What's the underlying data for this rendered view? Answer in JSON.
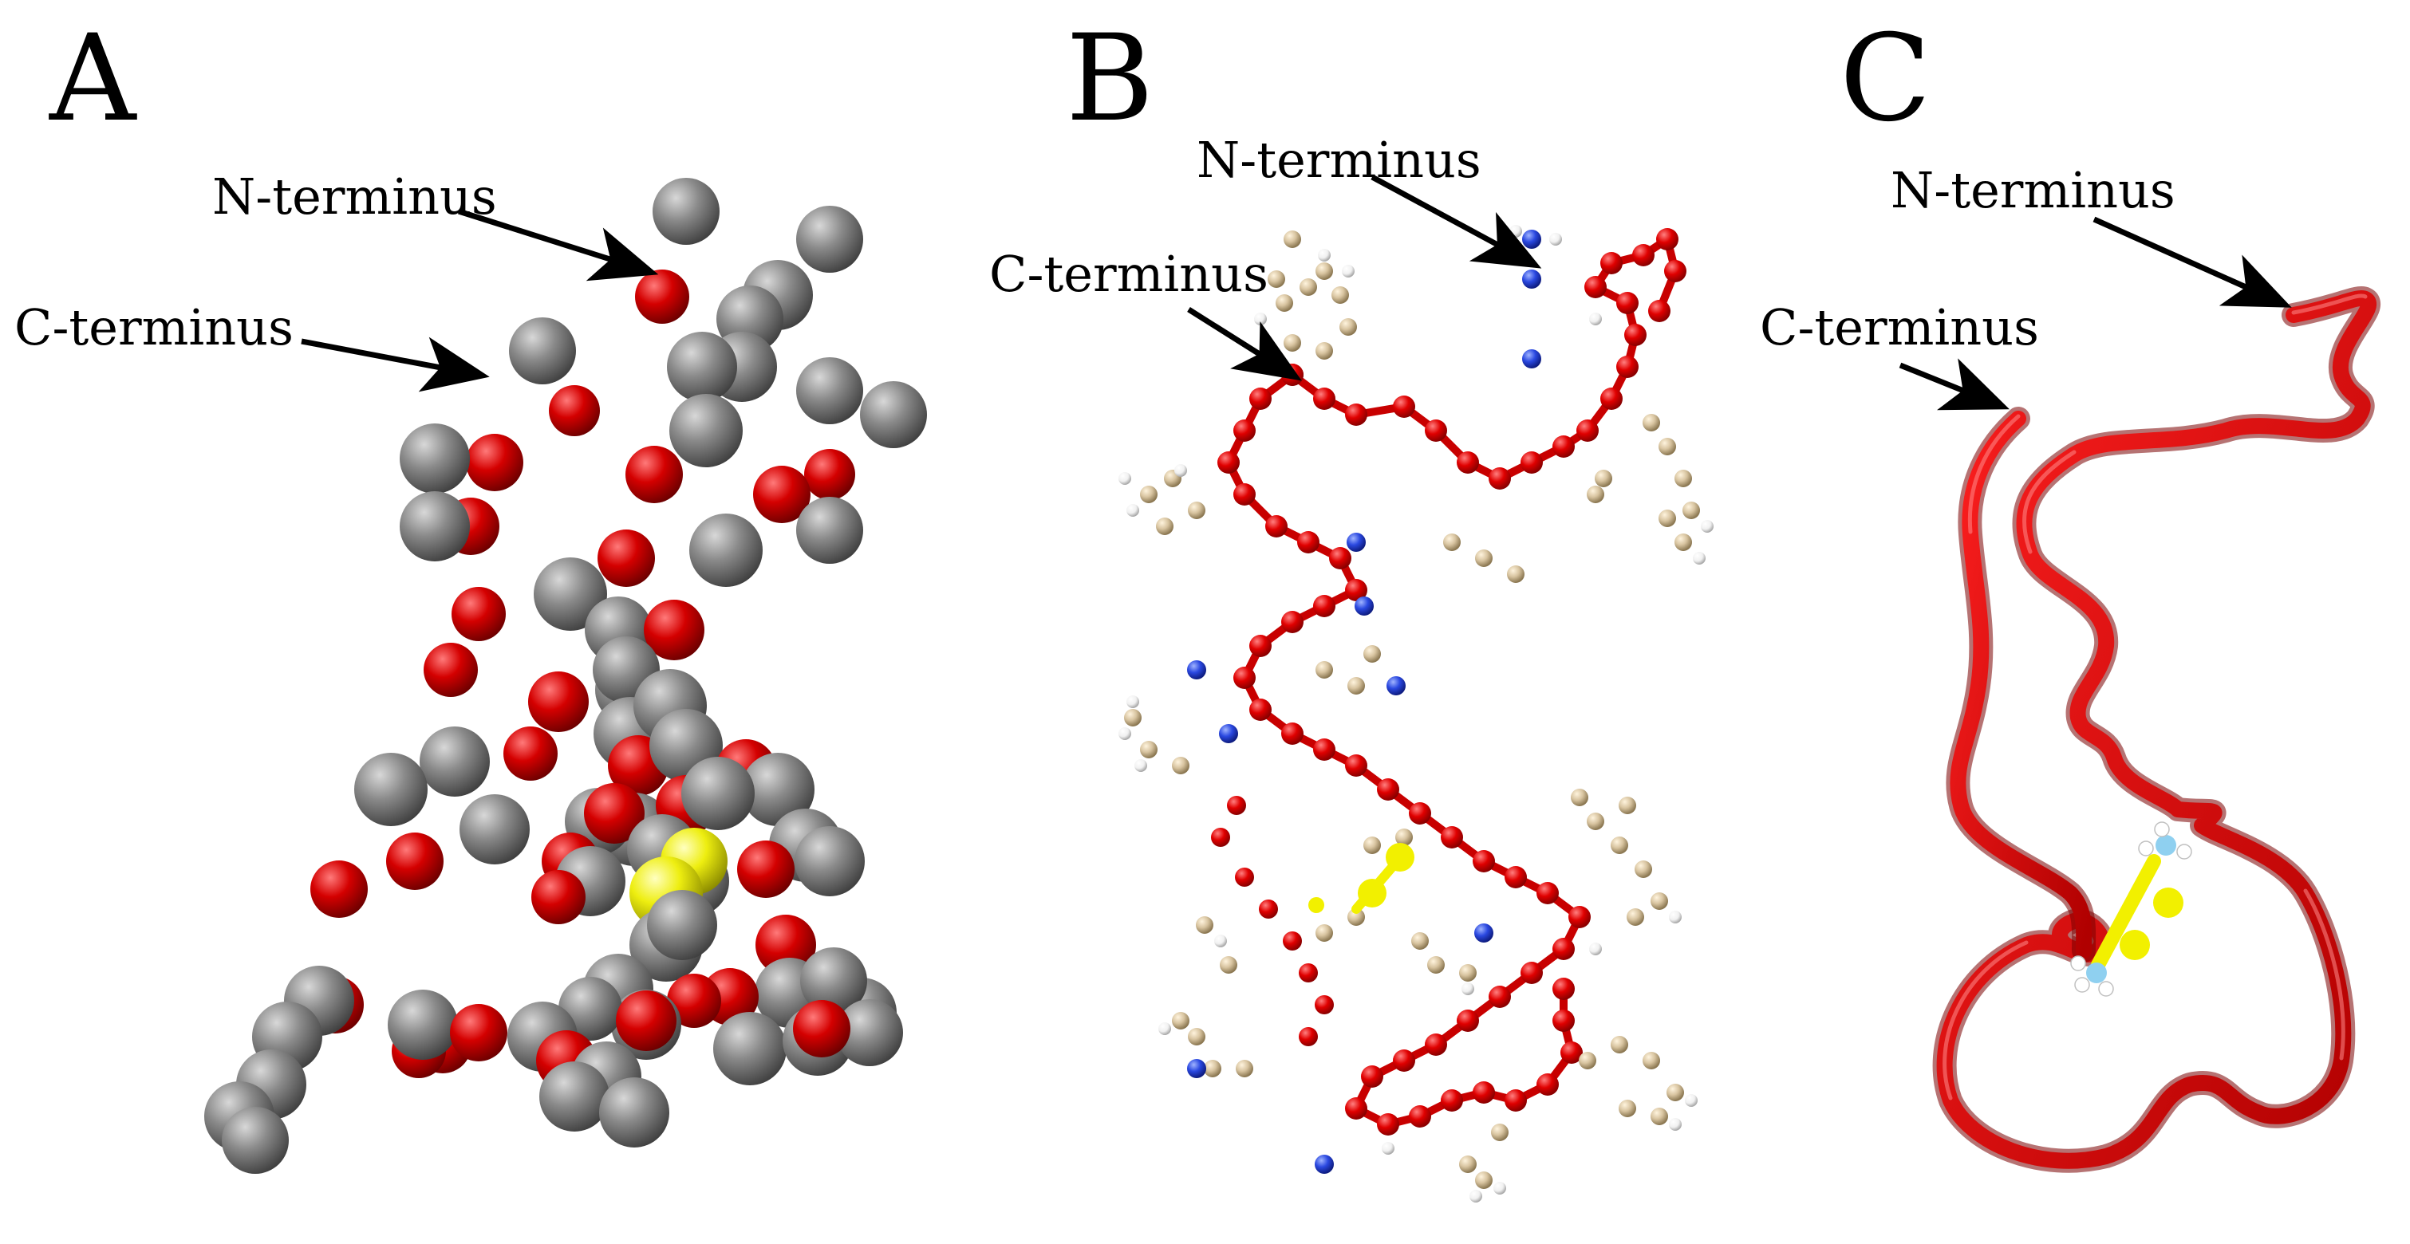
{
  "panels": [
    {
      "letter": "A",
      "n_label": "N-terminus",
      "c_label": "C-terminus"
    },
    {
      "letter": "B",
      "n_label": "N-terminus",
      "c_label": "C-terminus"
    },
    {
      "letter": "C",
      "n_label": "N-terminus",
      "c_label": "C-terminus"
    }
  ],
  "colors": {
    "backbone_red": "#e00000",
    "sphere_gray": "#707070",
    "sulfur_yellow": "#f2f000",
    "carbon_tan": "#d8c4a0",
    "nitrogen_blue": "#2a48e0",
    "hydrogen_white": "#ffffff",
    "ribbon_red": "#e01010",
    "cys_cyan": "#8fd0f0"
  }
}
